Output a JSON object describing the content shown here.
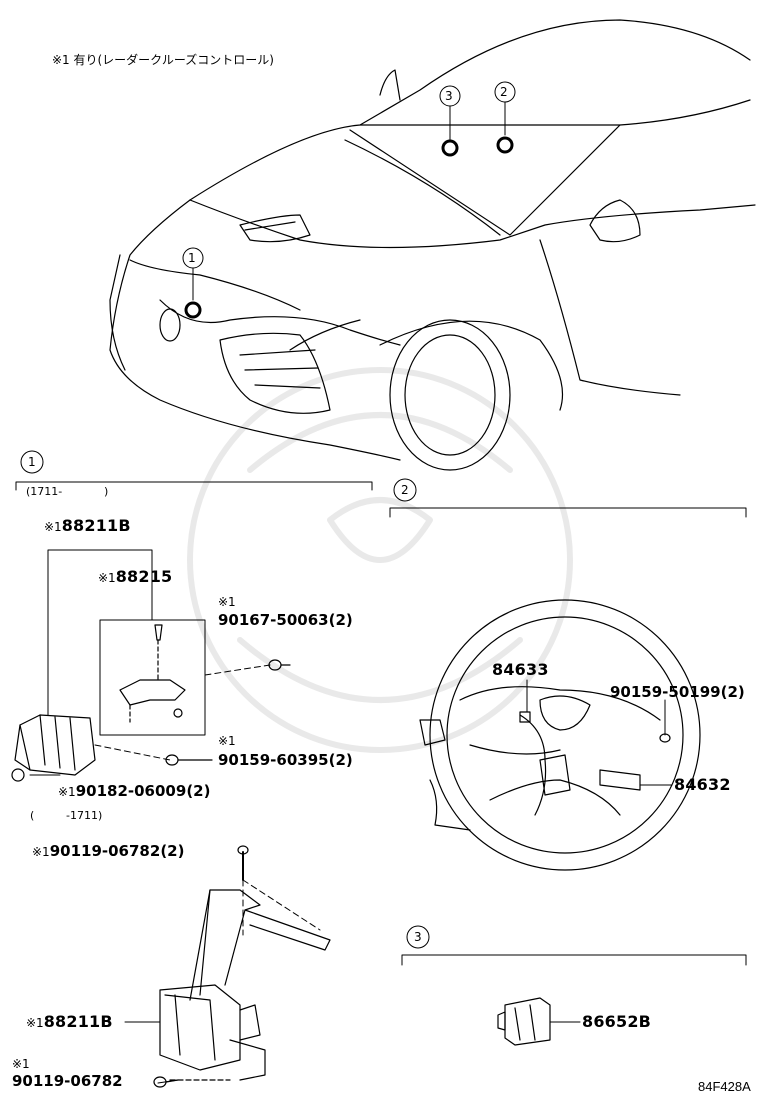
{
  "note_top": "※1 有り(レーダークルーズコントロール)",
  "car_callouts": [
    "3",
    "2",
    "1"
  ],
  "section1": {
    "number": "1",
    "date_from": "(1711-",
    "date_to": ")",
    "date_until": "(",
    "date_until_end": "-1711)",
    "parts": {
      "p88211b_a": {
        "mark": "※1",
        "number": "88211B"
      },
      "p88215": {
        "mark": "※1",
        "number": "88215"
      },
      "p90167": {
        "mark": "※1",
        "number": "90167-50063",
        "qty": "(2)"
      },
      "p90159_60395": {
        "mark": "※1",
        "number": "90159-60395",
        "qty": "(2)"
      },
      "p90182": {
        "mark": "※1",
        "number": "90182-06009",
        "qty": "(2)"
      },
      "p90119_a": {
        "mark": "※1",
        "number": "90119-06782",
        "qty": "(2)"
      },
      "p88211b_b": {
        "mark": "※1",
        "number": "88211B"
      },
      "p90119_b": {
        "mark": "※1",
        "number": "90119-06782"
      }
    }
  },
  "section2": {
    "number": "2",
    "parts": {
      "p84633": {
        "number": "84633"
      },
      "p90159_50199": {
        "number": "90159-50199",
        "qty": "(2)"
      },
      "p84632": {
        "number": "84632"
      }
    }
  },
  "section3": {
    "number": "3",
    "parts": {
      "p86652b": {
        "number": "86652B"
      }
    }
  },
  "diagram_code": "84F428A"
}
